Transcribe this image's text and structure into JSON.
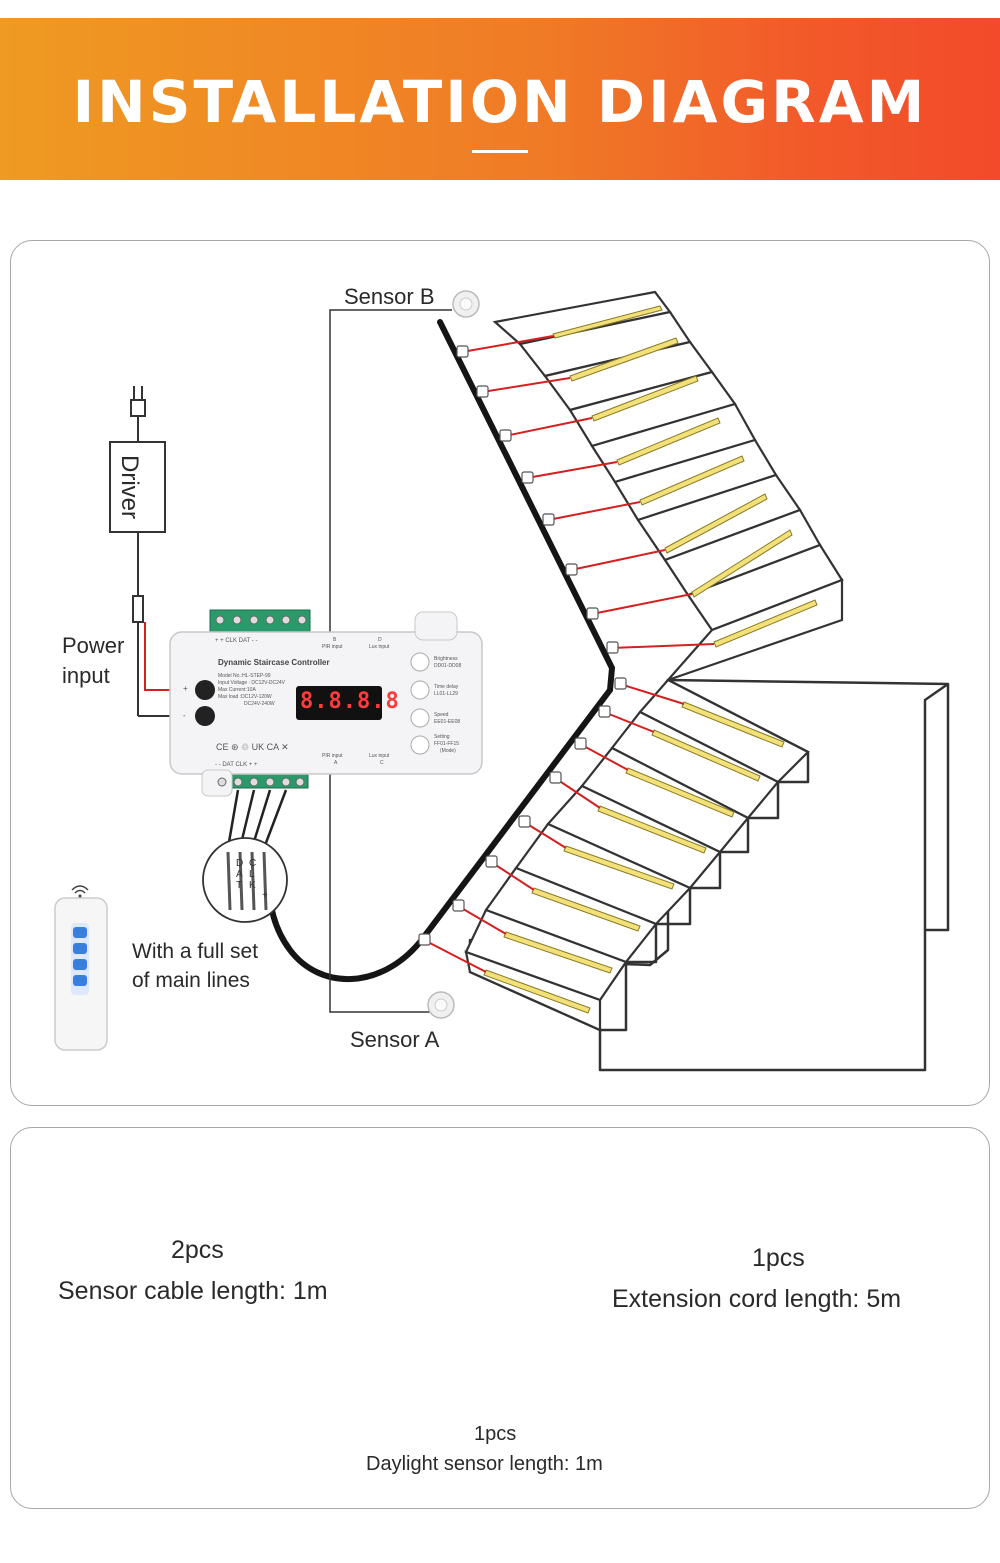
{
  "header": {
    "title": "INSTALLATION DIAGRAM"
  },
  "diagram": {
    "sensor_b": "Sensor B",
    "sensor_a": "Sensor A",
    "driver": "Driver",
    "power_line1": "Power",
    "power_line2": "input",
    "main_lines_line1": "With a full set",
    "main_lines_line2": "of main lines",
    "controller": {
      "title": "Dynamic Staircase Controller",
      "display": "8.8.8.8",
      "spec_model": "Model No.:HL-STEP-99",
      "spec_voltage": "Input Voltage : DC12V-DC24V",
      "spec_current": "Max Current:10A",
      "spec_load1": "Max load :DC12V-120W",
      "spec_load2": "DC24V-240W",
      "top_pins": "+   +   CLK  DAT   -   -",
      "pir_b": "B",
      "pir_b_label": "PIR input",
      "lux_d": "D",
      "lux_d_label": "Lux input",
      "pir_a_label": "PIR input",
      "pir_a": "A",
      "lux_c_label": "Lux input",
      "lux_c": "C",
      "bottom_pins": "-   -   DAT  CLK   +   +",
      "plus": "+",
      "minus": "-",
      "cert": "CE  ⊛  ♲  UK CA  ✕",
      "buttons": [
        {
          "label": "Brightness",
          "sub": "DD01-DD08"
        },
        {
          "label": "Time delay",
          "sub": "LL01-LL29"
        },
        {
          "label": "Speed",
          "sub": "EE01-EE08"
        },
        {
          "label": "Setting",
          "sub": "FF01-FF15",
          "sub2": "(Mode)"
        }
      ]
    },
    "connector_pins": [
      "D",
      "A",
      "T",
      "C",
      "L",
      "K",
      "+"
    ]
  },
  "accessories": [
    {
      "qty": "2pcs",
      "desc": "Sensor cable length: 1m"
    },
    {
      "qty": "1pcs",
      "desc": "Extension cord length: 5m"
    },
    {
      "qty": "1pcs",
      "desc": "Daylight sensor length: 1m"
    }
  ],
  "colors": {
    "banner_start": "#ef9a22",
    "banner_end": "#f24a2a",
    "led_strip": "#f2e07a",
    "wire_red": "#d42020",
    "remote_button": "#3a7ee0"
  }
}
